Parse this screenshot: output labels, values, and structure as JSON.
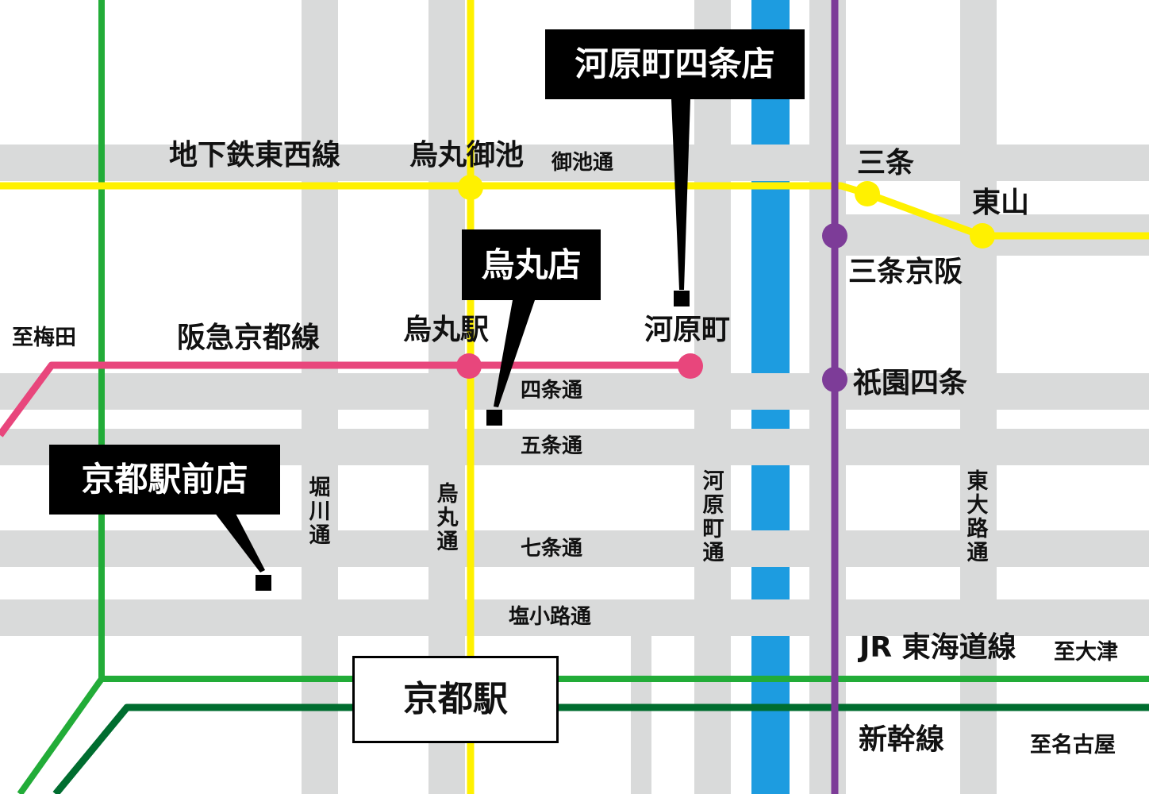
{
  "colors": {
    "road": "#d9dada",
    "river": "#1d9ce0",
    "tozai_line": "#fff100",
    "karasuma_line": "#fff100",
    "hankyu_line": "#e8467c",
    "keihan_line": "#7d3c98",
    "jr_line": "#22ac38",
    "shinkansen": "#006d2f",
    "store_box": "#000000"
  },
  "stores": {
    "kawaramachi_shijo": "河原町四条店",
    "karasuma": "烏丸店",
    "kyoto_ekimae": "京都駅前店"
  },
  "stations": {
    "karasuma_oike": "烏丸御池",
    "sanjo": "三条",
    "higashiyama": "東山",
    "sanjo_keihan": "三条京阪",
    "gion_shijo": "祇園四条",
    "karasuma_eki": "烏丸駅",
    "kawaramachi": "河原町",
    "kyoto_eki": "京都駅"
  },
  "lines": {
    "tozai": "地下鉄東西線",
    "hankyu": "阪急京都線",
    "jr": "JR 東海道線",
    "shinkansen": "新幹線"
  },
  "destinations": {
    "umeda": "至梅田",
    "otsu": "至大津",
    "nagoya": "至名古屋"
  },
  "roads": {
    "oike": "御池通",
    "shijo": "四条通",
    "gojo": "五条通",
    "shichijo": "七条通",
    "shiokoji": "塩小路通",
    "horikawa": "堀川通",
    "karasuma": "烏丸通",
    "kawaramachi": "河原町通",
    "higashioji": "東大路通"
  }
}
